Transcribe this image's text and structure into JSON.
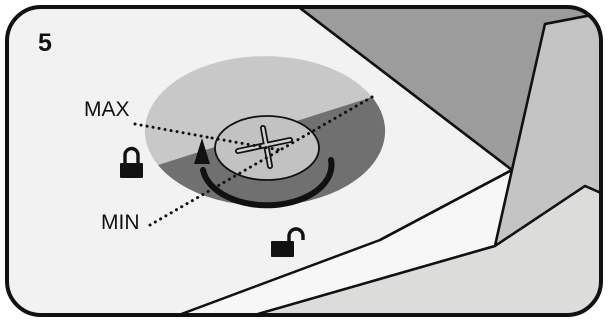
{
  "panel": {
    "step_number": "5",
    "max_label": "MAX",
    "min_label": "MIN"
  },
  "icons": {
    "max_icon": "padlock-closed-icon",
    "min_icon": "padlock-open-icon",
    "direction_icon": "curved-arrow-icon",
    "screw_icon": "phillips-screw-icon"
  },
  "colors": {
    "outline": "#111111",
    "surface_light": "#f2f2f2",
    "wall_dark": "#9c9c9c",
    "wall_mid": "#c4c4c4",
    "floor_light": "#dcdcda",
    "dial_light": "#c8c8c8",
    "dial_dark": "#707070"
  }
}
